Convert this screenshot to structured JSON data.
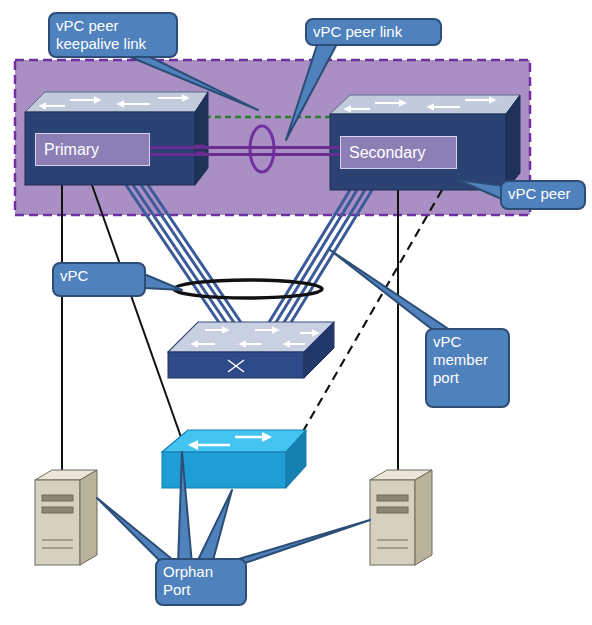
{
  "diagram": {
    "nodes": [
      {
        "text": [
          "vPC peer keepalive link"
        ]
      },
      {
        "text": [
          "vPC peer link"
        ]
      },
      {
        "text": [
          "Primary"
        ]
      },
      {
        "text": [
          "Secondary"
        ]
      },
      {
        "text": [
          "vPC peer"
        ]
      },
      {
        "text": [
          "vPC"
        ]
      },
      {
        "text": [
          "vPC member port"
        ]
      },
      {
        "text": [
          "Orphan Port"
        ]
      }
    ],
    "edges": [
      {
        "from": 2,
        "to": 3,
        "arrow": "none"
      }
    ]
  }
}
